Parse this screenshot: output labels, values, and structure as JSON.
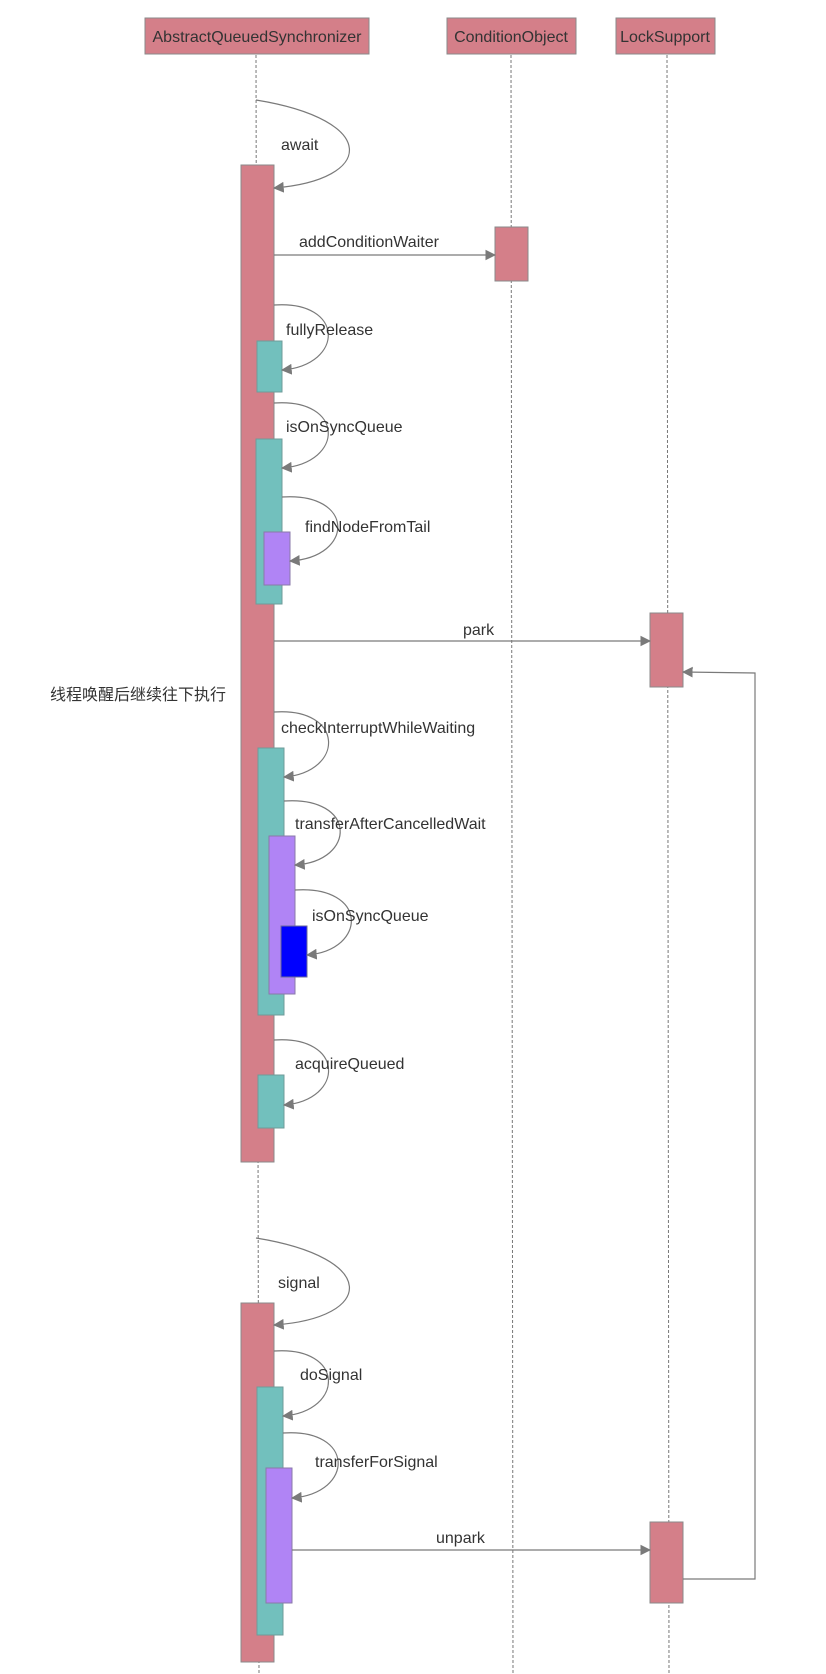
{
  "participants": [
    {
      "id": "aqs",
      "label": "AbstractQueuedSynchronizer"
    },
    {
      "id": "condition",
      "label": "ConditionObject"
    },
    {
      "id": "locksupport",
      "label": "LockSupport"
    }
  ],
  "messages": {
    "await": "await",
    "addConditionWaiter": "addConditionWaiter",
    "fullyRelease": "fullyRelease",
    "isOnSyncQueue": "isOnSyncQueue",
    "findNodeFromTail": "findNodeFromTail",
    "park": "park",
    "checkInterruptWhileWaiting": "checkInterruptWhileWaiting",
    "transferAfterCancelledWait": "transferAfterCancelledWait",
    "isOnSyncQueue2": "isOnSyncQueue",
    "acquireQueued": "acquireQueued",
    "signal": "signal",
    "doSignal": "doSignal",
    "transferForSignal": "transferForSignal",
    "unpark": "unpark"
  },
  "notes": {
    "resume": "线程唤醒后继续往下执行"
  },
  "colors": {
    "participant_fill": "#d47f89",
    "activation_teal": "#72c0bd",
    "activation_purple": "#b084f5",
    "activation_blue": "#0000ff",
    "arrow": "#7a7a7a"
  }
}
